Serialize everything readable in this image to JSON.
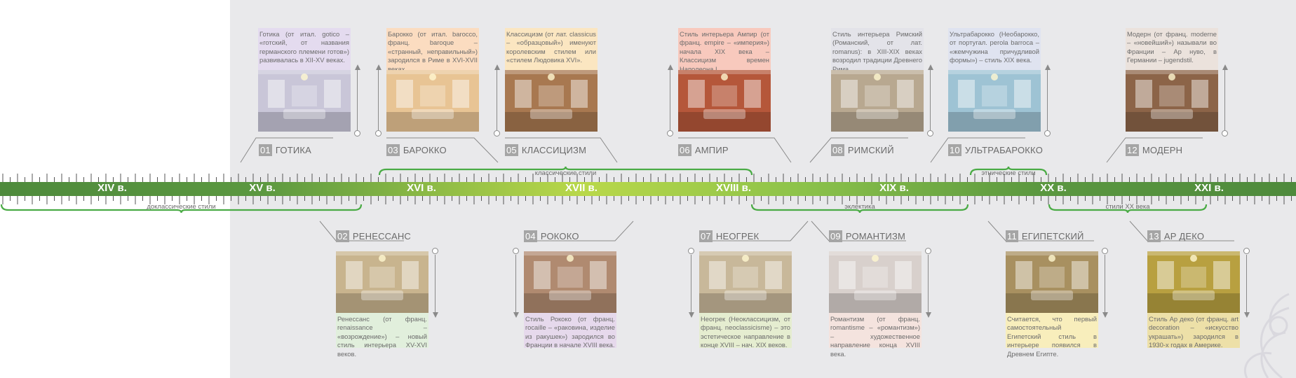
{
  "timeline": {
    "centuries": [
      "XIV в.",
      "XV в.",
      "XVI в.",
      "XVII в.",
      "XVIII в.",
      "XIX в.",
      "XX в.",
      "XXI в."
    ],
    "groups": [
      {
        "label": "доклассические стили"
      },
      {
        "label": "классические стили"
      },
      {
        "label": "эклектика"
      },
      {
        "label": "этнические стили"
      },
      {
        "label": "стили XX века"
      }
    ]
  },
  "styles": [
    {
      "num": "01",
      "name": "ГОТИКА",
      "desc": "Готика (от итал. gotico – «готский, от названия германского племени готов») развивалась в XII-XV веках.",
      "color": "#e4dbef"
    },
    {
      "num": "02",
      "name": "РЕНЕССАНС",
      "desc": "Ренессанс (от франц. renaissance – «возрождение») – новый стиль интерьера XV-XVI веков.",
      "color": "#e1efdc"
    },
    {
      "num": "03",
      "name": "БАРОККО",
      "desc": "Барокко (от итал. barocco, франц. baroque – «странный, неправильный») зародился в Риме в XVI-XVII веках.",
      "color": "#fbdcc0"
    },
    {
      "num": "04",
      "name": "РОКОКО",
      "desc": "Стиль Рококо (от франц. rocaille – «раковина, изделие из ракушек») зародился во Франции в начале XVIII века.",
      "color": "#e6d9ec"
    },
    {
      "num": "05",
      "name": "КЛАССИЦИЗМ",
      "desc": "Классицизм (от лат. classicus – «образцовый») именуют королевским стилем или «стилем Людовика XVI».",
      "color": "#fbe6c1"
    },
    {
      "num": "06",
      "name": "АМПИР",
      "desc": "Стиль интерьера Ампир (от франц. empire – «империя») начала XIX века – Классицизм времен Наполеона I.",
      "color": "#f8c9bd"
    },
    {
      "num": "07",
      "name": "НЕОГРЕК",
      "desc": "Неогрек (Неоклассицизм, от франц. neoclassicisme) – это эстетическое направление в конце XVIII – нач. XIX веков.",
      "color": "#e5edd0"
    },
    {
      "num": "08",
      "name": "РИМСКИЙ",
      "desc": "Стиль интерьера Римский (Романский, от лат. romanus): в XIII-XIX веках возродил традиции Древнего Рима.",
      "color": "#e3e3e9"
    },
    {
      "num": "09",
      "name": "РОМАНТИЗМ",
      "desc": "Романтизм (от франц. romantisme – «романтизм») – художественное направление конца XVIII века.",
      "color": "#f4e3de"
    },
    {
      "num": "10",
      "name": "УЛЬТРАБАРОККО",
      "desc": "Ультрабарокко (Необарокко, от португал. perola barroca – «жемчужина причудливой формы») – стиль XIX века.",
      "color": "#dfe3f0"
    },
    {
      "num": "11",
      "name": "ЕГИПЕТСКИЙ",
      "desc": "Считается, что первый самостоятельный Египетский стиль в интерьере появился в Древнем Египте.",
      "color": "#f8eebc"
    },
    {
      "num": "12",
      "name": "МОДЕРН",
      "desc": "Модерн (от франц. moderne – «новейший») называли во Франции – Ар нуво, в Германии – jugendstil.",
      "color": "#ebe2dc"
    },
    {
      "num": "13",
      "name": "АР ДЕКО",
      "desc": "Стиль Ар деко (от франц. art decoration – «искусство украшать») зародился в 1930-х годах в Америке.",
      "color": "#ede0a8"
    }
  ],
  "colors": {
    "band_dark": "#4e8a3c",
    "band_light": "#b9d84a",
    "bracket": "#4aab45",
    "panel": "#e9e9eb"
  },
  "icons": {
    "arrow": "arrow-icon",
    "dot": "circle-marker-icon"
  }
}
